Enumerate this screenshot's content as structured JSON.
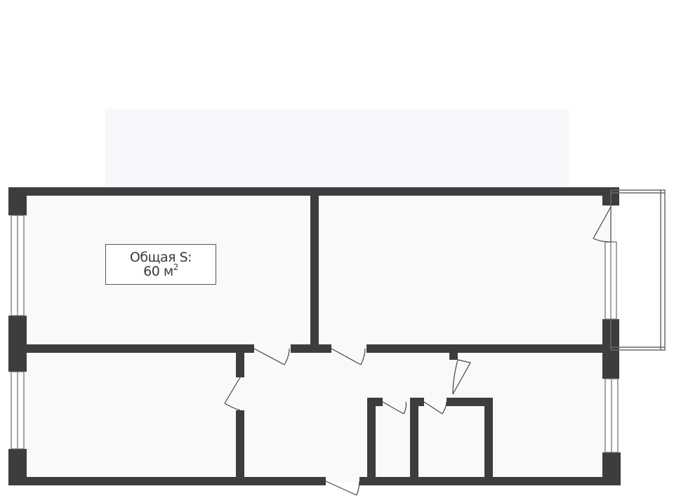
{
  "area_label": {
    "title": "Общая S:",
    "value": "60 м",
    "unit_power": "2"
  },
  "colors": {
    "wall": "#3d3d3d",
    "floor": "#f7f7fb",
    "window": "#6a6a6a",
    "door": "#444444"
  }
}
